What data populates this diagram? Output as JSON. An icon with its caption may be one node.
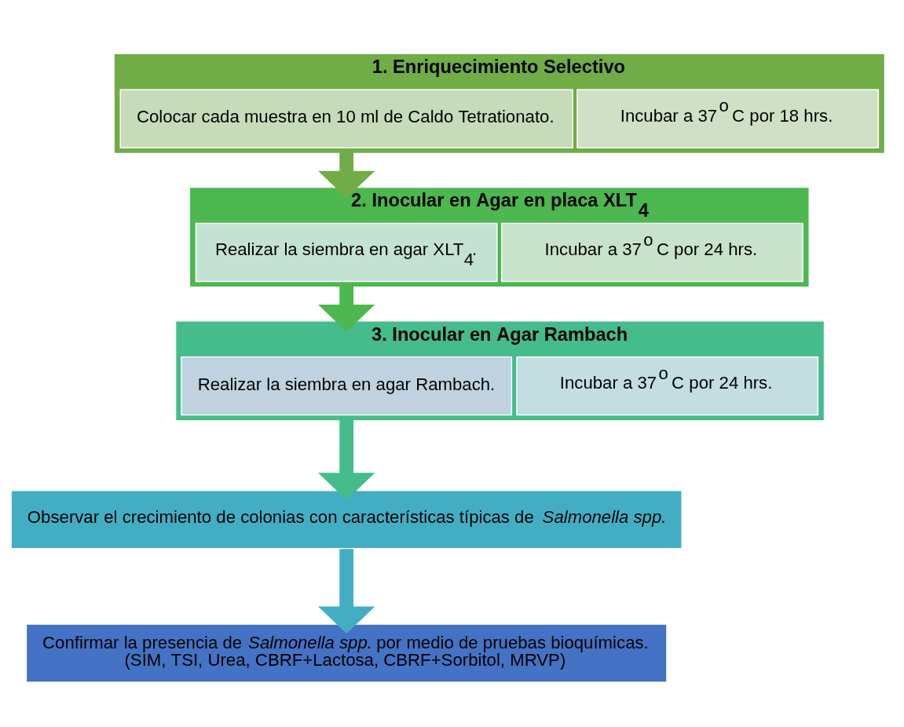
{
  "diagram": {
    "nodes": [
      {
        "text": [
          "1. Enriquecimiento Selectivo"
        ]
      },
      {
        "text": [
          "Colocar cada muestra en 10 ml de Caldo Tetrationato."
        ],
        "in": 0
      },
      {
        "text": [
          "Incubar a 37$^{o}$ C por 18 hrs."
        ],
        "in": 0
      },
      {
        "text": [
          "2. Inocular en Agar en placa XLT$_{4}$"
        ]
      },
      {
        "text": [
          "Realizar la siembra en agar XLT$_{4}$."
        ],
        "in": 3
      },
      {
        "text": [
          "Incubar a 37$^{o}$ C por 24 hrs."
        ],
        "in": 3
      },
      {
        "text": [
          "3. Inocular en Agar Rambach"
        ]
      },
      {
        "text": [
          "Realizar la siembra en agar Rambach."
        ],
        "in": 6
      },
      {
        "text": [
          "Incubar a 37$^{o}$ C por 24 hrs."
        ],
        "in": 6
      },
      {
        "text": [
          "Observar el crecimiento de colonias con características típicas de *Salmonella spp.*"
        ]
      },
      {
        "text": [
          "Confirmar la presencia de *Salmonella spp.* por medio de pruebas bioquímicas.",
          "(SIM, TSI, Urea, CBRF+Lactosa, CBRF+Sorbitol, MRVP)"
        ]
      }
    ],
    "edges": [
      {
        "from": 0,
        "to": 3,
        "arrow": "to",
        "color": "#70ad47"
      },
      {
        "from": 3,
        "to": 6,
        "arrow": "to",
        "color": "#4cb84f"
      },
      {
        "from": 6,
        "to": 9,
        "arrow": "to",
        "color": "#45bc8c"
      },
      {
        "from": 9,
        "to": 10,
        "arrow": "to",
        "color": "#43aec3"
      }
    ]
  }
}
